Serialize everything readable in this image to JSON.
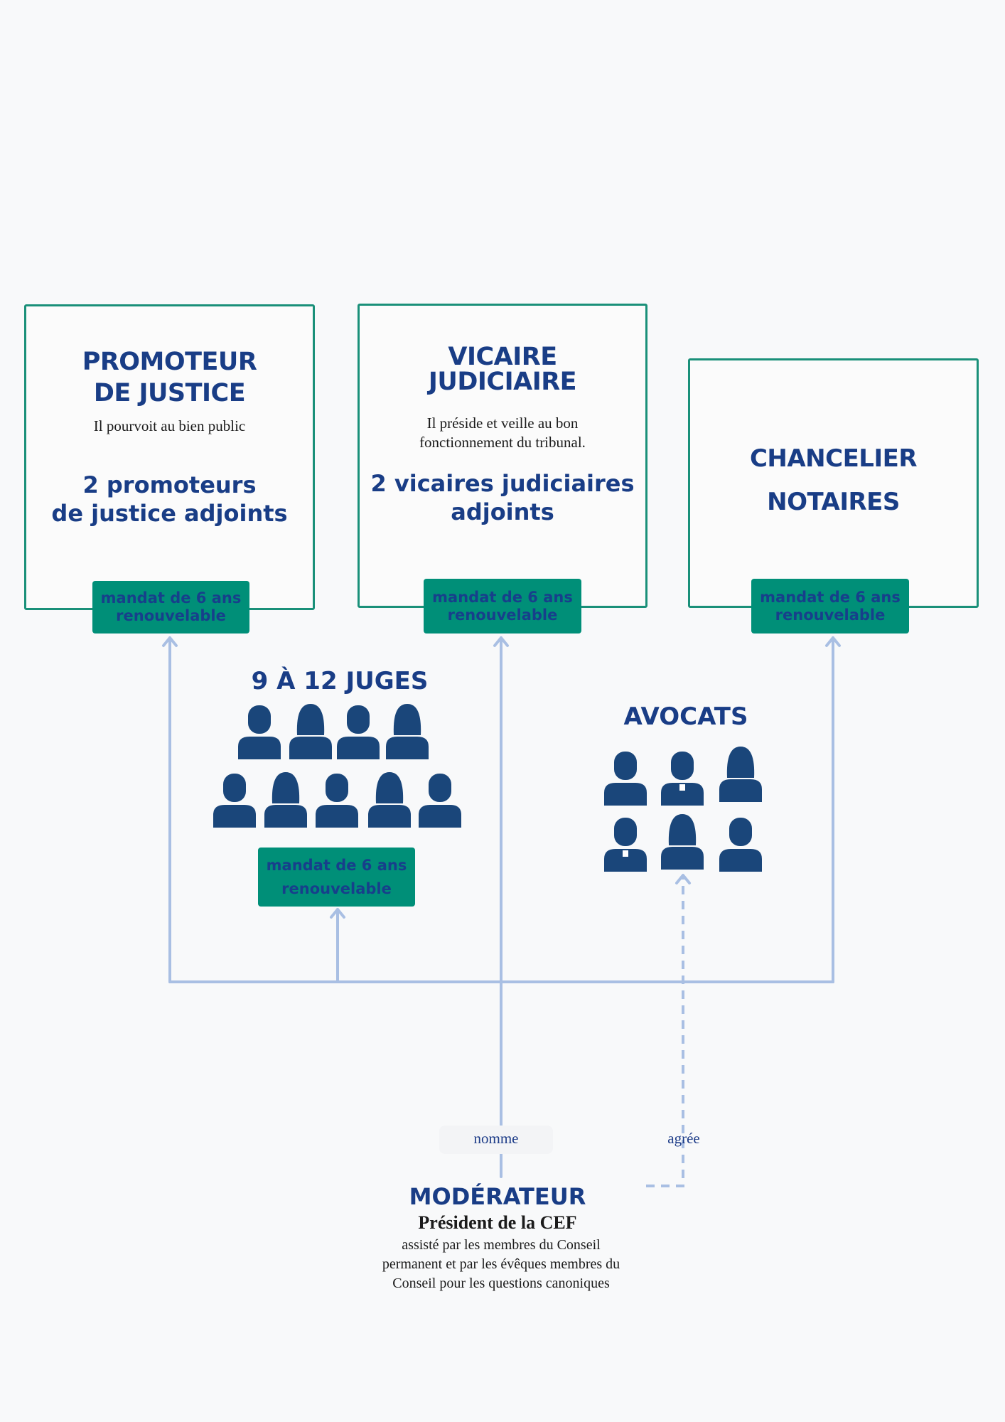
{
  "colors": {
    "navy": "#193d86",
    "teal": "#008f78",
    "box_border": "#1a9079",
    "connector": "#a9bfe3",
    "person": "#1a467a"
  },
  "promoteur": {
    "title_line1": "PROMOTEUR",
    "title_line2": "DE JUSTICE",
    "description": "Il pourvoit au bien public",
    "adjoints_line1": "2 promoteurs",
    "adjoints_line2": "de justice adjoints",
    "mandat_line1": "mandat de 6 ans",
    "mandat_line2": "renouvelable"
  },
  "vicaire": {
    "title_line1": "VICAIRE",
    "title_line2": "JUDICIAIRE",
    "description_line1": "Il préside et veille au bon",
    "description_line2": "fonctionnement du tribunal.",
    "adjoints_line1": "2 vicaires judiciaires",
    "adjoints_line2": "adjoints",
    "mandat_line1": "mandat de 6 ans",
    "mandat_line2": "renouvelable"
  },
  "chancelier": {
    "title_line1": "CHANCELIER",
    "title_line2": "NOTAIRES",
    "mandat_line1": "mandat de 6 ans",
    "mandat_line2": "renouvelable"
  },
  "juges": {
    "heading": "9 À 12 JUGES",
    "people": [
      "male",
      "female",
      "male",
      "female",
      "male",
      "female",
      "male",
      "female",
      "male"
    ],
    "mandat_line1": "mandat de 6 ans",
    "mandat_line2": "renouvelable"
  },
  "avocats": {
    "heading": "AVOCATS",
    "people": [
      "male",
      "cleric",
      "female",
      "cleric",
      "female",
      "male"
    ]
  },
  "edges": {
    "nomme": "nomme",
    "agree": "agrée"
  },
  "moderateur": {
    "title": "MODÉRATEUR",
    "subtitle": "Président de la CEF",
    "desc_line1": "assisté par les membres du Conseil",
    "desc_line2": "permanent et par les évêques membres du",
    "desc_line3": "Conseil pour les questions canoniques"
  }
}
